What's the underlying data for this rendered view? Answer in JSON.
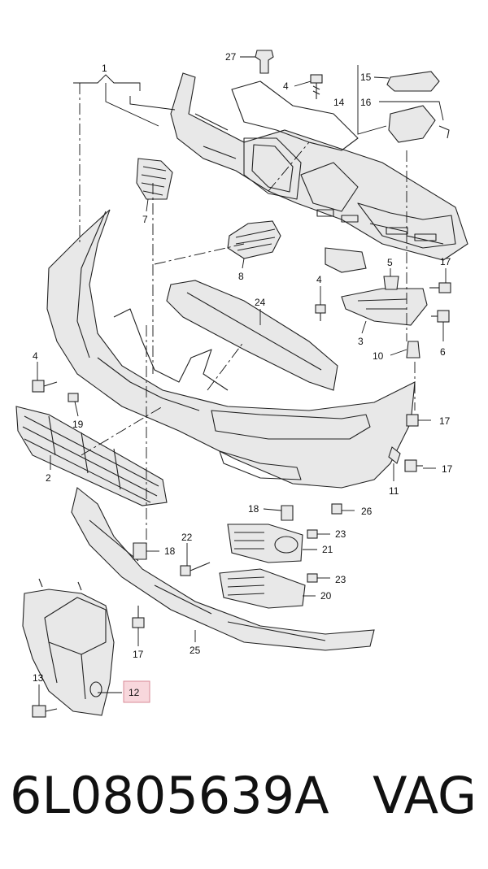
{
  "callouts": {
    "c1": "1",
    "c2": "2",
    "c3": "3",
    "c4a": "4",
    "c4b": "4",
    "c4c": "4",
    "c5": "5",
    "c6": "6",
    "c7": "7",
    "c8": "8",
    "c10": "10",
    "c11": "11",
    "c12": "12",
    "c13": "13",
    "c14": "14",
    "c15": "15",
    "c16": "16",
    "c17a": "17",
    "c17b": "17",
    "c17c": "17",
    "c17d": "17",
    "c18a": "18",
    "c18b": "18",
    "c19": "19",
    "c20": "20",
    "c21": "21",
    "c22": "22",
    "c23a": "23",
    "c23b": "23",
    "c24": "24",
    "c25": "25",
    "c26": "26",
    "c27": "27"
  },
  "highlighted_callout": "12",
  "highlight_color": "#f8d7dc",
  "footer": {
    "part_number": "6L0805639A",
    "brand": "VAG"
  }
}
